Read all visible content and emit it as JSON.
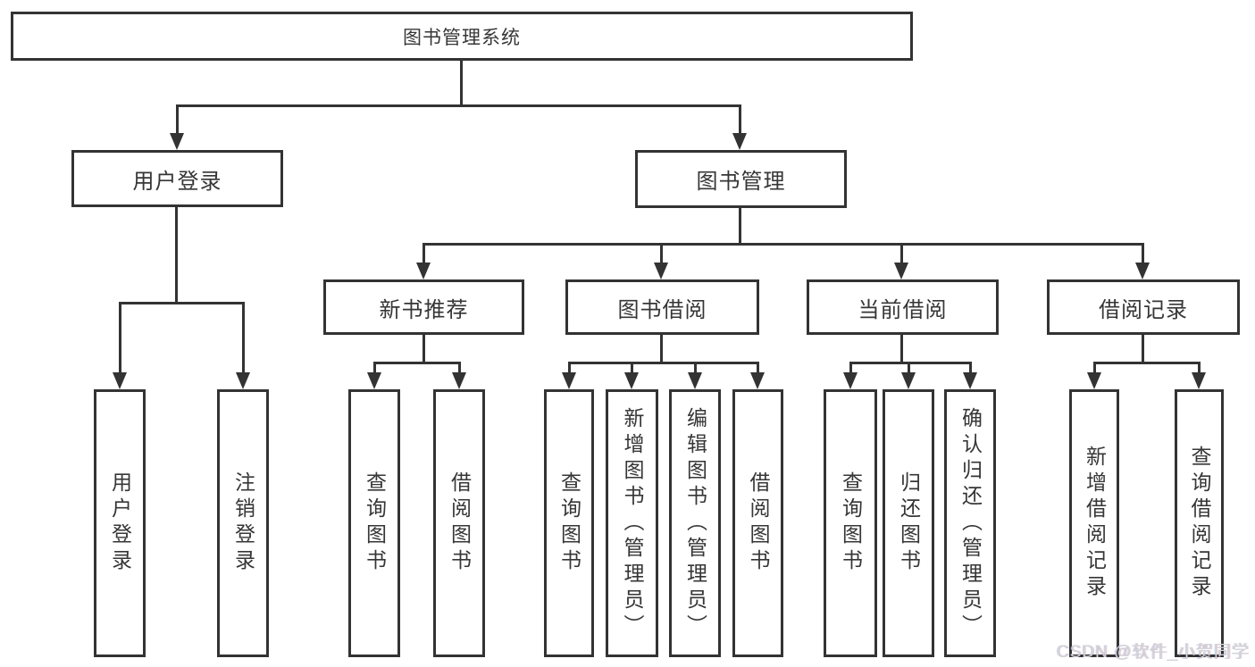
{
  "diagram": {
    "watermark": "CSDN @软件_小贺同学",
    "colors": {
      "line": "#333333",
      "text": "#363636",
      "box_background": "#ffffff",
      "watermark": "#d2d3da"
    },
    "nodes": {
      "root": {
        "label": "图书管理系统"
      },
      "user_login": {
        "label": "用户登录"
      },
      "book_management": {
        "label": "图书管理"
      },
      "new_book_recommend": {
        "label": "新书推荐"
      },
      "book_borrow": {
        "label": "图书借阅"
      },
      "current_borrow": {
        "label": "当前借阅"
      },
      "borrow_records": {
        "label": "借阅记录"
      },
      "leaf_user_login": {
        "label": "用户登录"
      },
      "leaf_logout": {
        "label": "注销登录"
      },
      "leaf_query_book_1": {
        "label": "查询图书"
      },
      "leaf_borrow_book_1": {
        "label": "借阅图书"
      },
      "leaf_query_book_2": {
        "label": "查询图书"
      },
      "leaf_add_book_admin": {
        "label": "新增图书（管理员）"
      },
      "leaf_edit_book_admin": {
        "label": "编辑图书（管理员）"
      },
      "leaf_borrow_book_2": {
        "label": "借阅图书"
      },
      "leaf_query_book_3": {
        "label": "查询图书"
      },
      "leaf_return_book": {
        "label": "归还图书"
      },
      "leaf_confirm_return_admin": {
        "label": "确认归还（管理员）"
      },
      "leaf_add_borrow_record": {
        "label": "新增借阅记录"
      },
      "leaf_query_borrow_record": {
        "label": "查询借阅记录"
      }
    }
  }
}
